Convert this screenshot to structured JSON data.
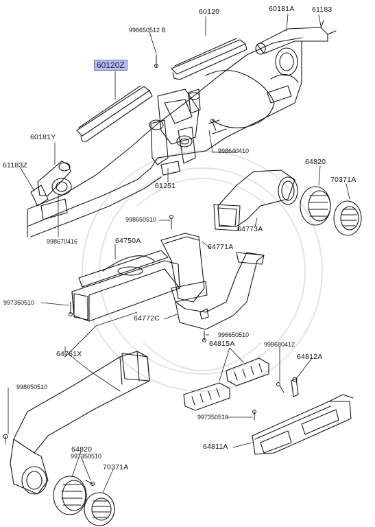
{
  "diagram": {
    "callouts": {
      "c60120": "60120",
      "c60181A": "60181A",
      "c61183": "61183",
      "c998650512B": "998650512 B",
      "c60120Z": "60120Z",
      "c60181Y": "60181Y",
      "c61183Z": "61183Z",
      "c998640410": "998640410",
      "c61251": "61251",
      "c64820_top": "64820",
      "c70371A_top": "70371A",
      "c64773A": "64773A",
      "c998670416": "998670416",
      "c998650510_a": "998650510",
      "c64750A": "64750A",
      "c64771A": "64771A",
      "c997350510_a": "997350510",
      "c64772C": "64772C",
      "c996650510": "996650510",
      "c64761X": "64761X",
      "c64815A": "64815A",
      "c998680412": "998680412",
      "c64812A": "64812A",
      "c998650510_b": "998650510",
      "c997350510_b": "997350510",
      "c64811A": "64811A",
      "c64820_bot": "64820",
      "c997350510_c": "997350510",
      "c70371A_bot": "70371A"
    },
    "highlighted_part": "60120Z"
  }
}
